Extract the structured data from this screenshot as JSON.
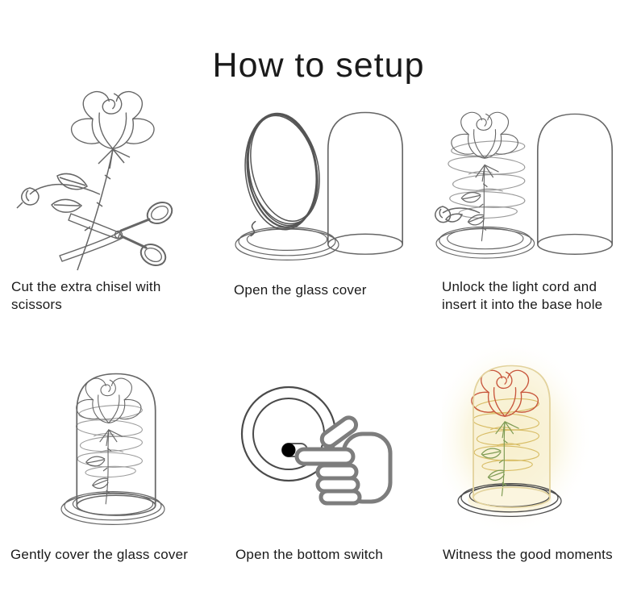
{
  "page": {
    "title": "How to setup"
  },
  "colors": {
    "text": "#1a1a1a",
    "line": "#666666",
    "line_light": "#9b9b9b",
    "coil_dark": "#555555",
    "rose_red": "#c8563c",
    "leaf_green": "#7f9c55",
    "wire_gold": "#d8bd66",
    "dome_gold": "#e2d29c",
    "base_dark": "#4c4c4c",
    "glow": "#f6ecc2",
    "hand_gray": "#7d7d7d",
    "switch_dot": "#000000"
  },
  "steps": [
    {
      "caption": "Cut the extra chisel with scissors",
      "illustration": "rose-and-scissors"
    },
    {
      "caption": "Open the glass cover",
      "illustration": "wire-coil-on-base-and-glass-dome"
    },
    {
      "caption": "Unlock the light cord and insert it into the base hole",
      "illustration": "rose-wrapped-with-light-cord-and-dome"
    },
    {
      "caption": "Gently cover the glass cover",
      "illustration": "rose-inside-glass-dome"
    },
    {
      "caption": "Open the bottom switch",
      "illustration": "finger-pressing-bottom-switch"
    },
    {
      "caption": "Witness the good moments",
      "illustration": "glowing-rose-in-glass-dome"
    }
  ]
}
